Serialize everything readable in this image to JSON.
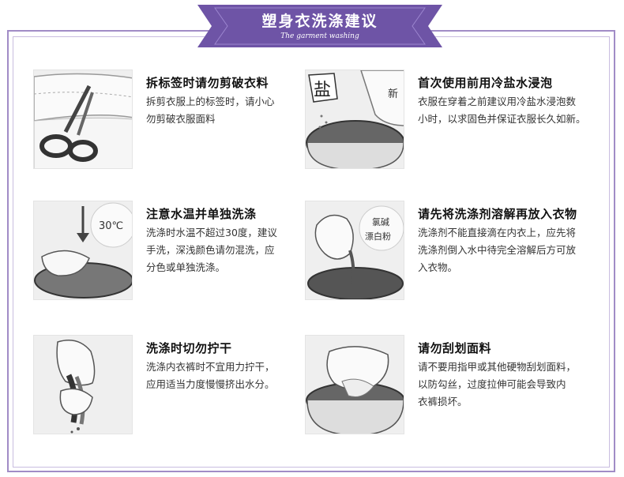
{
  "header": {
    "title": "塑身衣洗涤建议",
    "subtitle": "The garment washing"
  },
  "items": [
    {
      "title": "拆标签时请勿剪破衣料",
      "lines": [
        "拆剪衣服上的标签时，请小心",
        "勿剪破衣服面料"
      ]
    },
    {
      "title": "首次使用前用冷盐水浸泡",
      "lines": [
        "衣服在穿着之前建议用冷盐水浸泡数",
        "小时，以求固色并保证衣服长久如新。"
      ],
      "image_text": [
        "盐",
        "新"
      ]
    },
    {
      "title": "注意水温并单独洗涤",
      "lines": [
        "洗涤时水温不超过30度，建议",
        "手洗，深浅颜色请勿混洗，应",
        "分色或单独洗涤。"
      ],
      "image_text": [
        "30℃"
      ]
    },
    {
      "title": "请先将洗涤剂溶解再放入衣物",
      "lines": [
        "洗涤剂不能直接滴在内衣上，应先将",
        "洗涤剂倒入水中待完全溶解后方可放",
        "入衣物。"
      ],
      "image_text": [
        "氯碱",
        "漂白粉"
      ]
    },
    {
      "title": "洗涤时切勿拧干",
      "lines": [
        "洗涤内衣裤时不宜用力拧干，",
        "应用适当力度慢慢挤出水分。"
      ]
    },
    {
      "title": "请勿刮划面料",
      "lines": [
        "请不要用指甲或其他硬物刮划面料，",
        "以防勾丝，过度拉伸可能会导致内",
        "衣裤损坏。"
      ]
    }
  ],
  "colors": {
    "accent": "#6e54a6",
    "frame": "#a18cc6"
  }
}
